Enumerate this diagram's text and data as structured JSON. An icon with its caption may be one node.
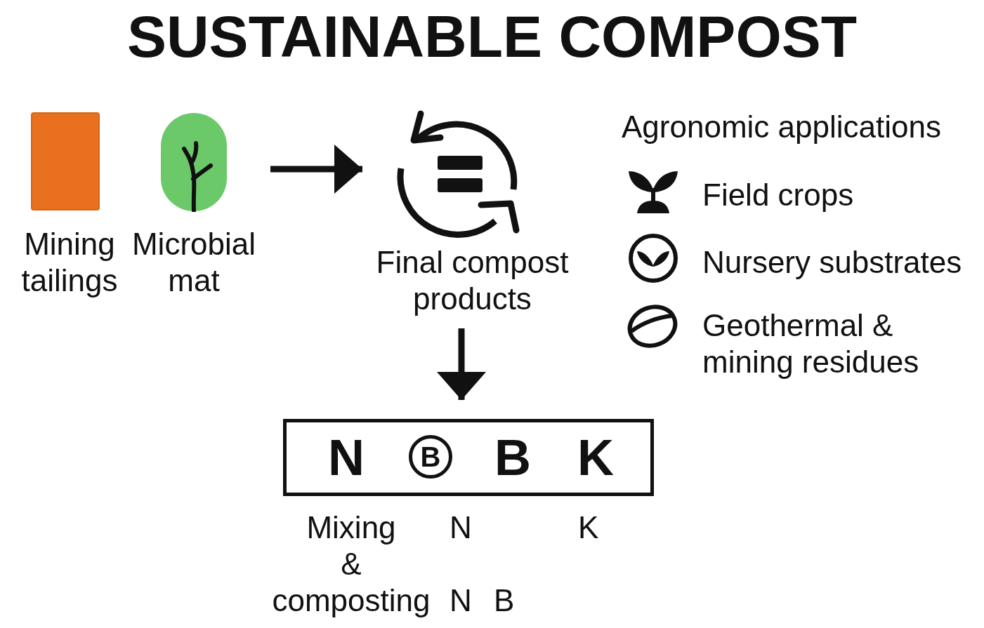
{
  "diagram": {
    "title": "SUSTAINABLE COMPOST",
    "nodes": [
      {
        "text": [
          "Mining tailings"
        ]
      },
      {
        "text": [
          "Microbial mat"
        ]
      },
      {
        "text": [
          "Final compost products"
        ]
      },
      {
        "text": [
          "N",
          "B",
          "B",
          "K"
        ]
      }
    ],
    "edges": [
      {
        "from": 1,
        "to": 2,
        "arrow": "to"
      },
      {
        "from": 2,
        "to": 3,
        "arrow": "to"
      }
    ],
    "labels": [
      "Agronomic applications",
      "Field crops",
      "Nursery substrates",
      "Geothermal & mining residues",
      "Mixing & composting",
      "N",
      "K",
      "N",
      "B"
    ]
  }
}
